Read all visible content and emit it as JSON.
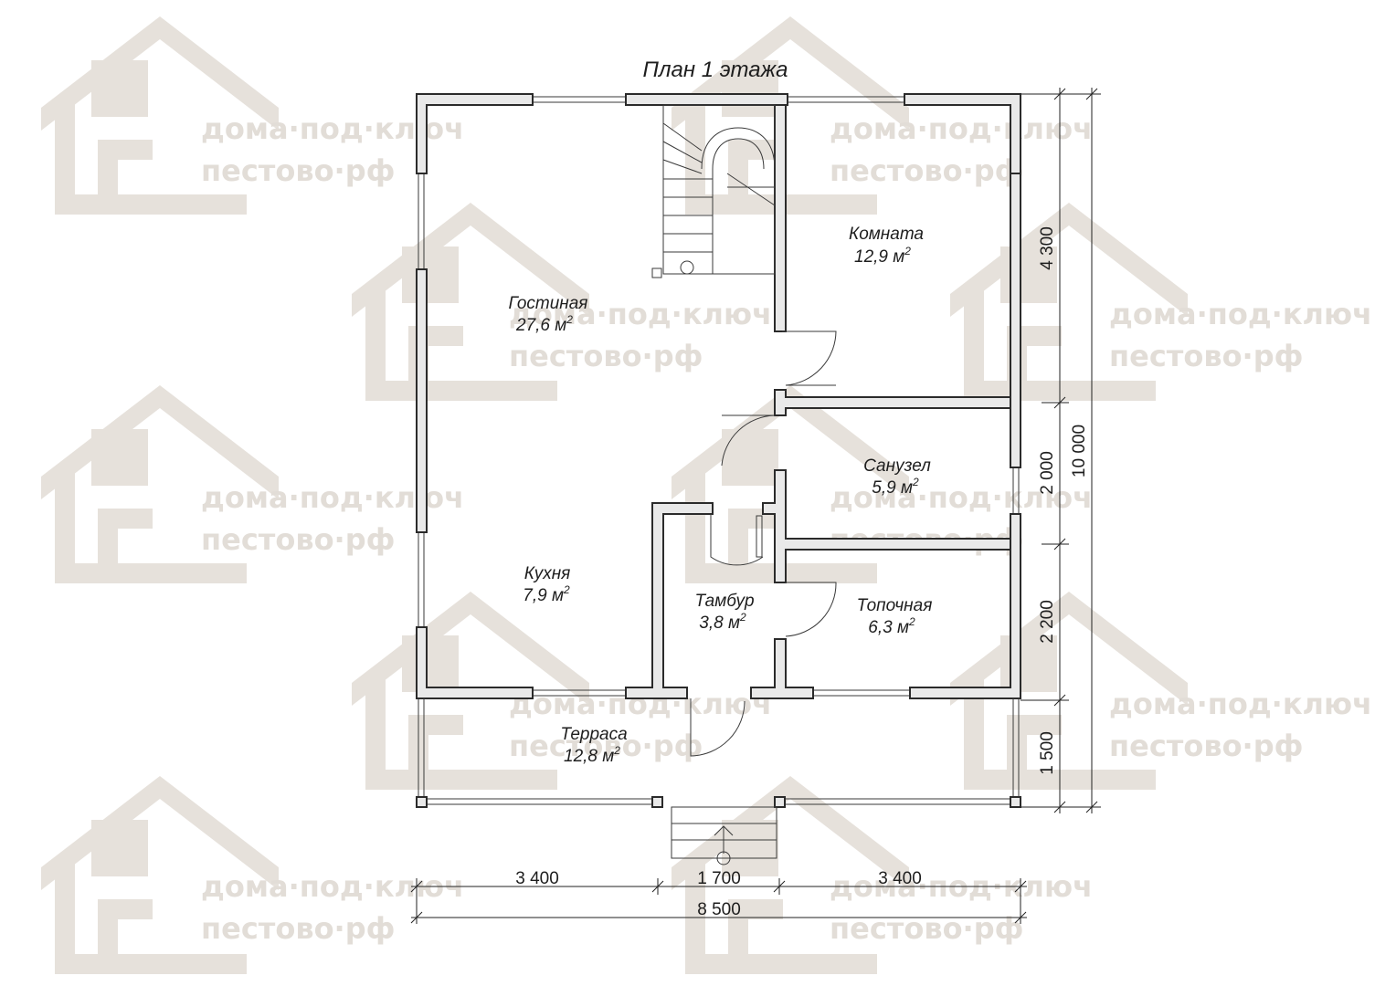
{
  "title": "План 1 этажа",
  "watermark": {
    "line1": "дома·под·ключ",
    "line2": "пестово·рф"
  },
  "rooms": [
    {
      "name": "Гостиная",
      "area": "27,6 м"
    },
    {
      "name": "Комната",
      "area": "12,9 м"
    },
    {
      "name": "Санузел",
      "area": "5,9 м"
    },
    {
      "name": "Кухня",
      "area": "7,9 м"
    },
    {
      "name": "Тамбур",
      "area": "3,8 м"
    },
    {
      "name": "Топочная",
      "area": "6,3 м"
    },
    {
      "name": "Терраса",
      "area": "12,8 м"
    }
  ],
  "area_exponent": "2",
  "dimensions": {
    "bottom": [
      "3 400",
      "1 700",
      "3 400"
    ],
    "total_width": "8 500",
    "right": [
      "4 300",
      "2 000",
      "2 200",
      "1 500"
    ],
    "total_depth": "10 000"
  },
  "colors": {
    "wall_fill": "#e9e9e9",
    "wall_stroke": "#2b2b2b",
    "watermark": "#e6e1db"
  }
}
